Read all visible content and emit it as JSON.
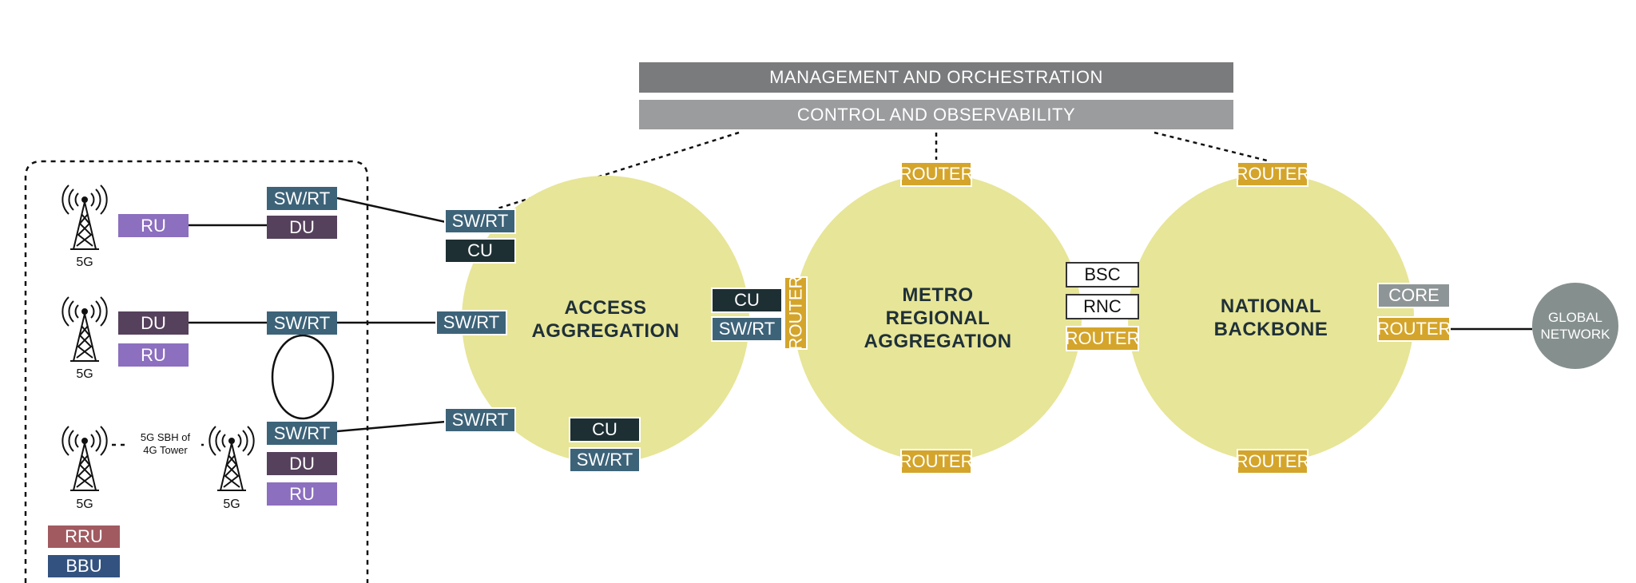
{
  "bars": {
    "management": "MANAGEMENT AND ORCHESTRATION",
    "control": "CONTROL AND OBSERVABILITY"
  },
  "circles": {
    "access": "ACCESS\nAGGREGATION",
    "metro": "METRO\nREGIONAL\nAGGREGATION",
    "national": "NATIONAL\nBACKBONE"
  },
  "nodes": {
    "sw_rt": "SW/RT",
    "cu": "CU",
    "du": "DU",
    "ru": "RU",
    "router": "ROUTER",
    "bsc": "BSC",
    "rnc": "RNC",
    "core": "CORE",
    "rru": "RRU",
    "bbu": "BBU"
  },
  "towers": {
    "label": "5G",
    "sbh_note": "5G SBH of\n4G Tower"
  },
  "global_network": "GLOBAL\nNETWORK",
  "colors": {
    "circle_fill": "#e7e597",
    "sw_rt": "#3d6379",
    "cu": "#1d2f33",
    "du": "#56415c",
    "ru": "#8c6fbf",
    "router": "#d4a52a",
    "core": "#8e9596",
    "rru": "#a15a60",
    "bbu": "#33527f"
  }
}
